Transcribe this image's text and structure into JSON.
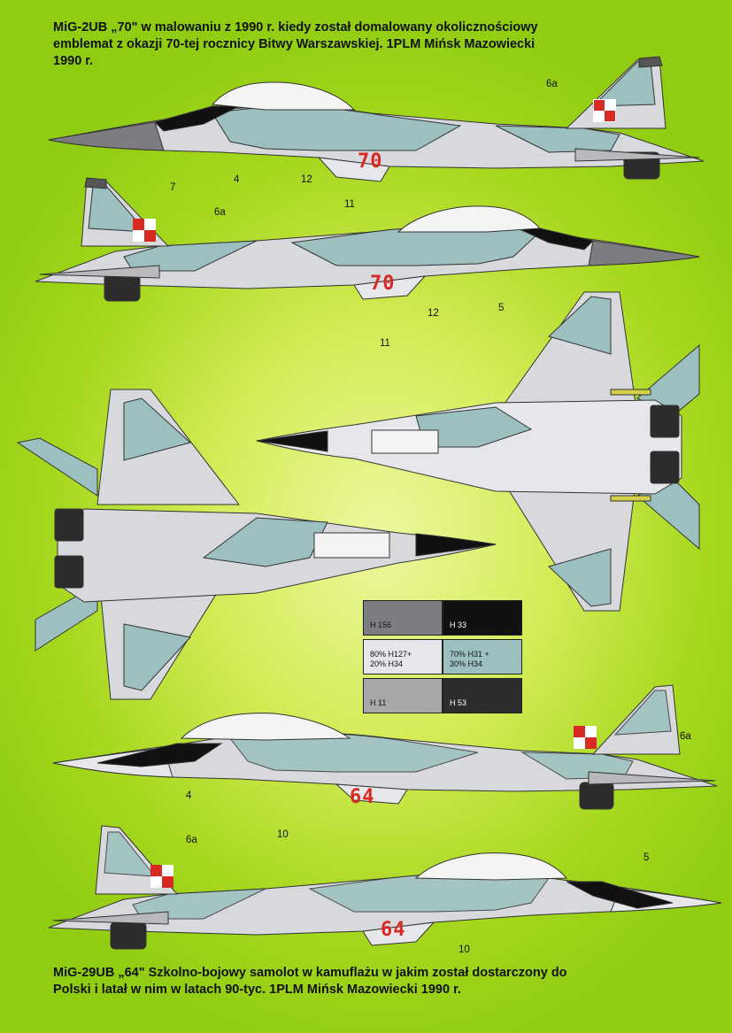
{
  "captions": {
    "top": "MiG-2UB „70\" w malowaniu z 1990 r. kiedy został domalowany okolicznościowy\nemblemat z okazji 70-tej rocznicy Bitwy Warszawskiej. 1PLM  Mińsk Mazowiecki\n1990 r.",
    "bottom": "MiG-29UB „64\" Szkolno-bojowy samolot w kamuflażu w jakim został dostarczony do\nPolski i latał w nim w latach 90-tyc. 1PLM Mińsk Mazowiecki 1990 r."
  },
  "aircraft": {
    "a70": {
      "code": "70"
    },
    "a64": {
      "code": "64"
    }
  },
  "callouts": {
    "c1": "6a",
    "c2": "7",
    "c3": "4",
    "c4": "12",
    "c5": "11",
    "c6": "6a",
    "c7": "5",
    "c8": "12",
    "c9": "11",
    "c10": "6a",
    "c11": "4",
    "c12": "10",
    "c13": "6a",
    "c14": "5",
    "c15": "10"
  },
  "swatches": [
    {
      "label": "H 156",
      "color": "#7b7d80",
      "text_color": "#111111"
    },
    {
      "label": "H 33",
      "color": "#111111",
      "text_color": "#ffffff"
    },
    {
      "label": "80% H127+\n20% H34",
      "color": "#e6e7ea",
      "text_color": "#111111"
    },
    {
      "label": "70% H31 +\n30% H34",
      "color": "#9cc0bf",
      "text_color": "#111111"
    },
    {
      "label": "H 11",
      "color": "#a7a8aa",
      "text_color": "#111111"
    },
    {
      "label": "H 53",
      "color": "#2c2c2c",
      "text_color": "#ffffff"
    }
  ],
  "colors": {
    "light_grey": "#d8d9dc",
    "pale_grey": "#e6e7ea",
    "camo_green": "#9cc0bf",
    "dark_grey": "#7b7d80",
    "black": "#111111",
    "code_red": "#d62a22"
  }
}
